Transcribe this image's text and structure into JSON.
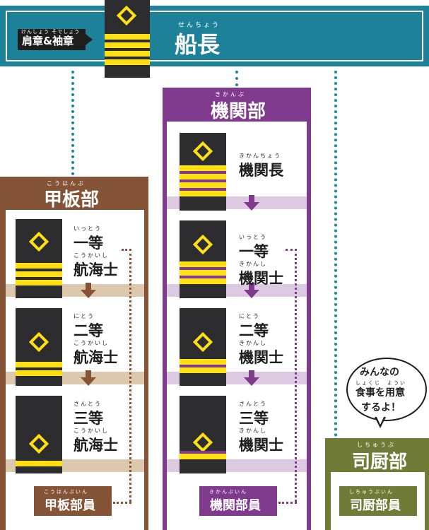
{
  "header": {
    "captain_label": "肩章&袖章",
    "captain_label_ruby": "けんしょう そでしょう",
    "captain_title": "船長",
    "captain_ruby": "せんちょう"
  },
  "deck": {
    "title": "甲板部",
    "ruby": "こうはんぶ",
    "ranks": [
      {
        "ruby1": "いっとう",
        "line1": "一等",
        "ruby2": "こうかいし",
        "line2": "航海士"
      },
      {
        "ruby1": "にとう",
        "line1": "二等",
        "ruby2": "こうかいし",
        "line2": "航海士"
      },
      {
        "ruby1": "さんとう",
        "line1": "三等",
        "ruby2": "こうかいし",
        "line2": "航海士"
      }
    ],
    "crew": "甲板部員",
    "crew_ruby": "こうはんぶいん"
  },
  "engine": {
    "title": "機関部",
    "ruby": "きかんぶ",
    "chief_ruby": "きかんちょう",
    "chief": "機関長",
    "ranks": [
      {
        "ruby1": "いっとう",
        "line1": "一等",
        "ruby2": "きかんし",
        "line2": "機関士"
      },
      {
        "ruby1": "にとう",
        "line1": "二等",
        "ruby2": "きかんし",
        "line2": "機関士"
      },
      {
        "ruby1": "さんとう",
        "line1": "三等",
        "ruby2": "きかんし",
        "line2": "機関士"
      }
    ],
    "crew": "機関部員",
    "crew_ruby": "きかんぶいん"
  },
  "galley": {
    "title": "司厨部",
    "ruby": "しちゅうぶ",
    "crew": "司厨部員",
    "crew_ruby": "しちゅうぶいん",
    "bubble_line1": "みんなの",
    "bubble_ruby": "しょくじ　ようい",
    "bubble_line2": "食事を用意",
    "bubble_line3": "するよ！"
  },
  "colors": {
    "teal": "#1d819a",
    "deck_brown": "#855437",
    "engine_purple": "#7f3a8d",
    "galley_green": "#6f7b36",
    "gold": "#ffe014",
    "board": "#2d2d2f"
  }
}
